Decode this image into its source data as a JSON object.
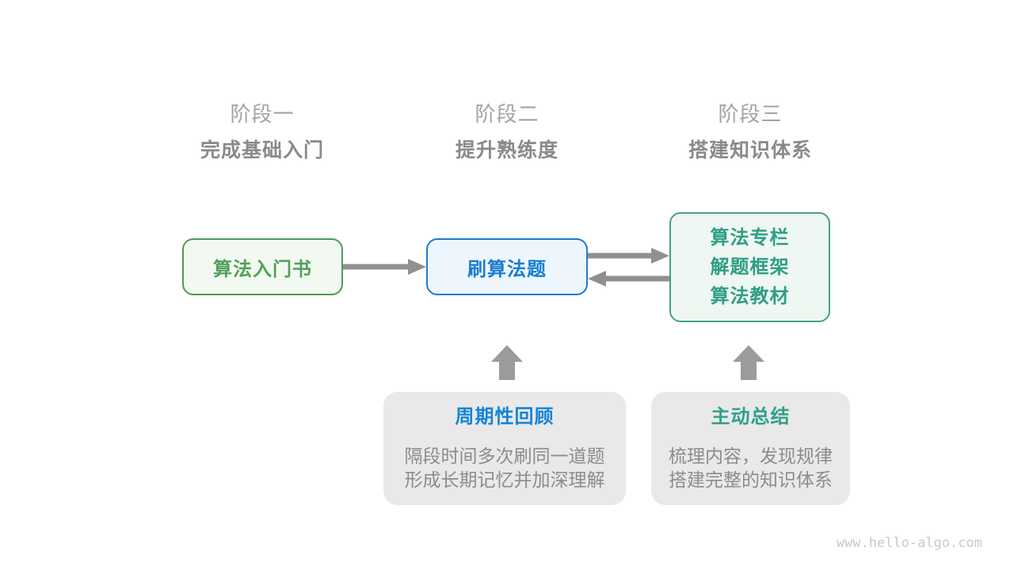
{
  "stages": [
    {
      "title": "阶段一",
      "subtitle": "完成基础入门"
    },
    {
      "title": "阶段二",
      "subtitle": "提升熟练度"
    },
    {
      "title": "阶段三",
      "subtitle": "搭建知识体系"
    }
  ],
  "nodes": {
    "intro_book": {
      "label": "算法入门书"
    },
    "practice": {
      "label": "刷算法题"
    },
    "knowledge": {
      "lines": [
        "算法专栏",
        "解题框架",
        "算法教材"
      ]
    }
  },
  "callouts": {
    "periodic_review": {
      "title": "周期性回顾",
      "lines": [
        "隔段时间多次刷同一道题",
        "形成长期记忆并加深理解"
      ]
    },
    "active_summary": {
      "title": "主动总结",
      "lines": [
        "梳理内容，发现规律",
        "搭建完整的知识体系"
      ]
    }
  },
  "watermark": "www.hello-algo.com",
  "colors": {
    "stage-title": "#a3a3a3",
    "stage-subtitle": "#8a8a8a",
    "green-border": "#4e9b57",
    "green-bg": "#f2f9f0",
    "green-text": "#52a05a",
    "blue-border": "#1a7dd0",
    "blue-bg": "#edf6fd",
    "blue-text": "#1a7dd0",
    "teal-border": "#43a08b",
    "teal-bg": "#eef7f2",
    "teal-text": "#2f9e85",
    "callout-bg": "#e9e9e9",
    "callout-blue": "#1385d8",
    "callout-teal": "#2fa089",
    "body-text": "#8c8c8c",
    "arrow": "#909090",
    "block-arrow": "#9b9b9b",
    "watermark": "#c9c9c9"
  }
}
